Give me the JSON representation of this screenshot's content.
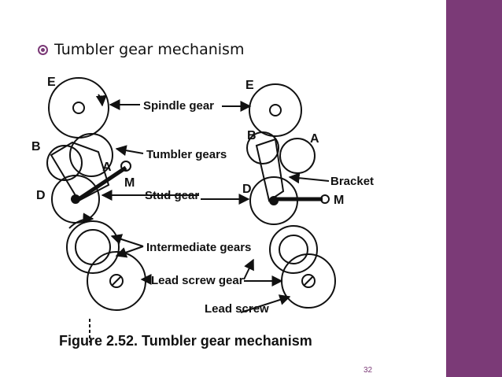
{
  "slide": {
    "title": "Tumbler gear mechanism",
    "page_number": "32",
    "accent_color": "#7b3a77"
  },
  "figure": {
    "caption": "Figure 2.52. Tumbler gear mechanism",
    "labels": {
      "E_left": "E",
      "B_left": "B",
      "A_left": "A",
      "M_left": "M",
      "D_left": "D",
      "E_right": "E",
      "B_right": "B",
      "A_right": "A",
      "D_right": "D",
      "M_right": "M",
      "spindle_gear": "Spindle gear",
      "tumbler_gears": "Tumbler gears",
      "stud_gear": "Stud gear",
      "intermediate_gears": "Intermediate gears",
      "lead_screw_gear": "Lead screw gear",
      "lead_screw": "Lead screw",
      "bracket": "Bracket"
    }
  }
}
